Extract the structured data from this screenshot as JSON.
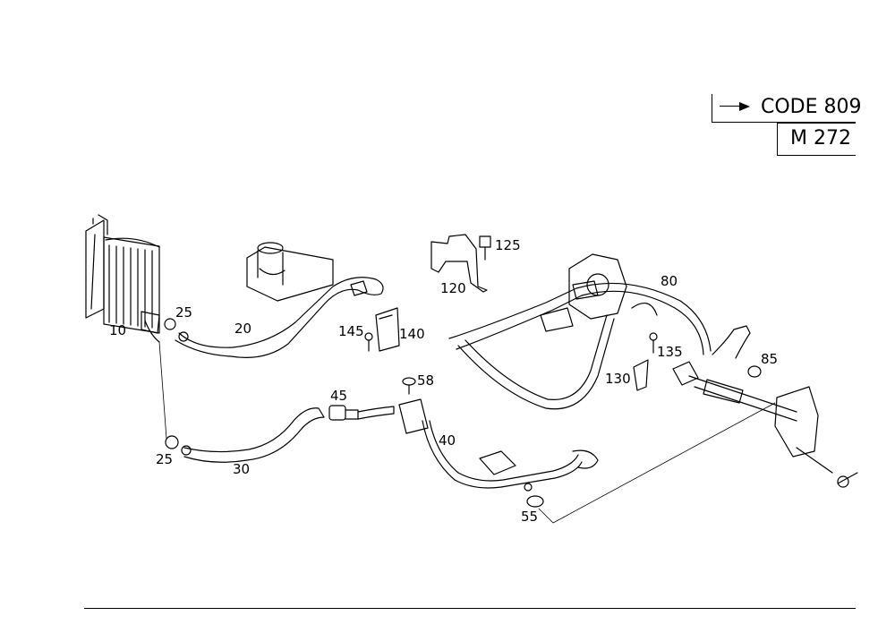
{
  "header": {
    "code_label": "CODE 809",
    "engine_label": "M 272"
  },
  "callouts": {
    "c10": "10",
    "c20": "20",
    "c25a": "25",
    "c25b": "25",
    "c30": "30",
    "c40": "40",
    "c45": "45",
    "c55": "55",
    "c58": "58",
    "c80": "80",
    "c85": "85",
    "c120": "120",
    "c125": "125",
    "c130": "130",
    "c135": "135",
    "c140": "140",
    "c145": "145"
  }
}
